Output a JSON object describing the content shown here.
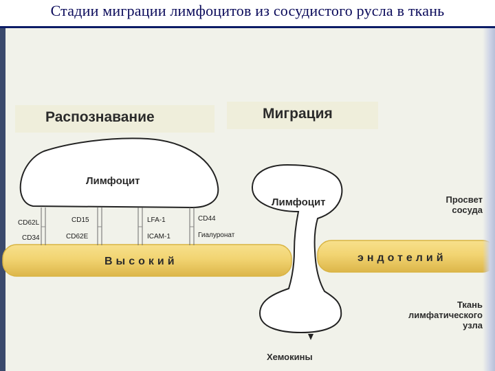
{
  "title": "Стадии миграции лимфоцитов из сосудистого русла в ткань",
  "stages": {
    "recognition": "Распознавание",
    "migration": "Миграция"
  },
  "cells": {
    "lymphocyte_left": "Лимфоцит",
    "lymphocyte_right": "Лимфоцит"
  },
  "endothelium": {
    "left_word": "Высокий",
    "right_word": "эндотелий"
  },
  "molecules": {
    "top": [
      "CD62L",
      "CD15",
      "LFA-1",
      "CD44"
    ],
    "bottom": [
      "CD34",
      "CD62E",
      "ICAM-1",
      "Гиалуронат"
    ]
  },
  "side_labels": {
    "vessel_lumen": "Просвет сосуда",
    "lymph_node_tissue": "Ткань лимфатического узла"
  },
  "chemokines": "Хемокины",
  "colors": {
    "cell_fill": "#ffffff",
    "cell_stroke": "#222222",
    "endothelium_fill": "#f2d472",
    "endothelium_edge": "#d9b443",
    "title_color": "#0a0a5a"
  }
}
